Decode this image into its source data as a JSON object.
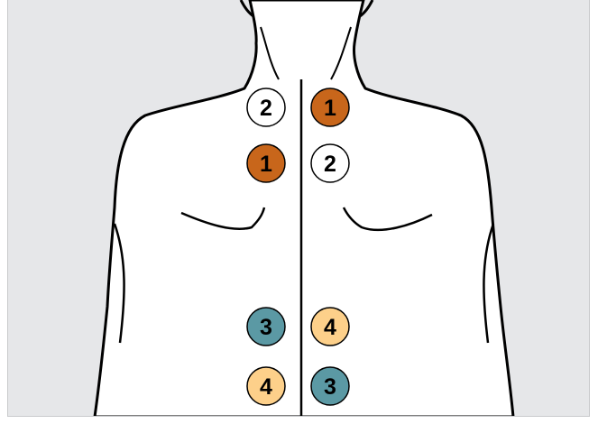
{
  "colors": {
    "background": "#e6e7e9",
    "body_fill": "#ffffff",
    "outline": "#000000",
    "marker_1": "#c8661b",
    "marker_2": "#ffffff",
    "marker_3": "#5b99a4",
    "marker_4": "#fdd08a"
  },
  "markers": [
    {
      "id": "left-upper",
      "label": "2",
      "group": "2"
    },
    {
      "id": "right-upper",
      "label": "1",
      "group": "1"
    },
    {
      "id": "left-mid",
      "label": "1",
      "group": "1"
    },
    {
      "id": "right-mid",
      "label": "2",
      "group": "2"
    },
    {
      "id": "left-lower",
      "label": "3",
      "group": "3"
    },
    {
      "id": "right-lower",
      "label": "4",
      "group": "4"
    },
    {
      "id": "left-bottom",
      "label": "4",
      "group": "4"
    },
    {
      "id": "right-bottom",
      "label": "3",
      "group": "3"
    }
  ]
}
